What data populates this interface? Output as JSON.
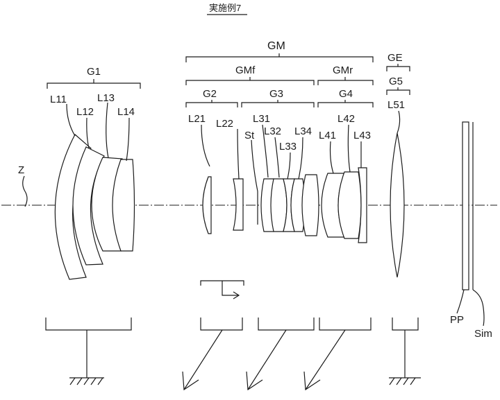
{
  "title": "実施例7",
  "axis_label": "Z",
  "groups": {
    "G1": "G1",
    "GM": "GM",
    "GMf": "GMf",
    "GMr": "GMr",
    "G2": "G2",
    "G3": "G3",
    "G4": "G4",
    "GE": "GE",
    "G5": "G5"
  },
  "lenses": {
    "L11": "L11",
    "L12": "L12",
    "L13": "L13",
    "L14": "L14",
    "L21": "L21",
    "L22": "L22",
    "L31": "L31",
    "L32": "L32",
    "L33": "L33",
    "L34": "L34",
    "L41": "L41",
    "L42": "L42",
    "L43": "L43",
    "L51": "L51"
  },
  "stop": "St",
  "plate": "PP",
  "image_plane": "Sim"
}
